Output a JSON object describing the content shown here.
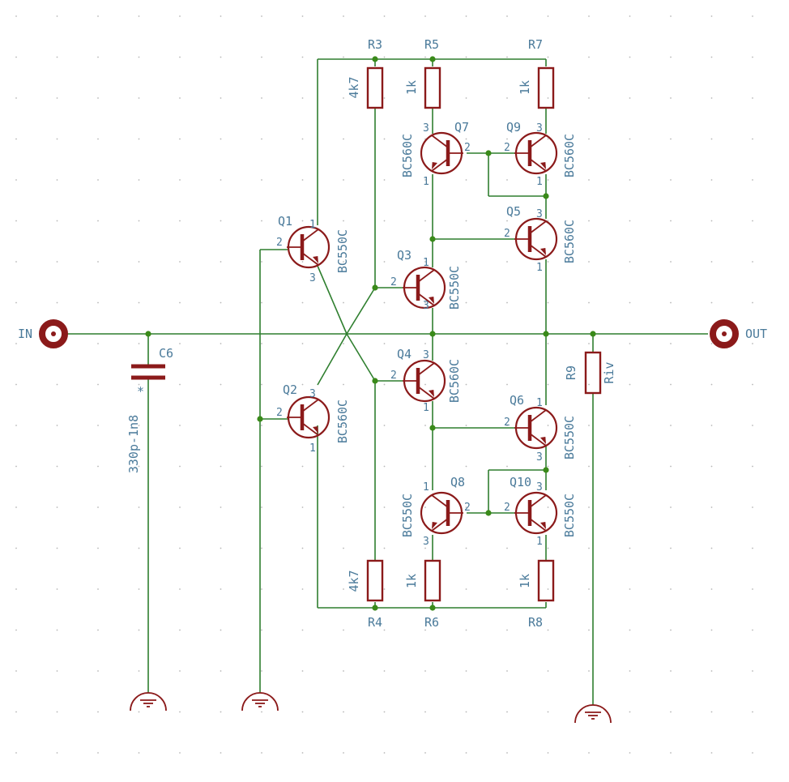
{
  "ports": {
    "input": "IN",
    "output": "OUT"
  },
  "capacitor": {
    "ref": "C6",
    "value": "330p-1n8",
    "marker": "*"
  },
  "resistors": [
    {
      "ref": "R3",
      "value": "4k7"
    },
    {
      "ref": "R5",
      "value": "1k"
    },
    {
      "ref": "R7",
      "value": "1k"
    },
    {
      "ref": "R4",
      "value": "4k7"
    },
    {
      "ref": "R6",
      "value": "1k"
    },
    {
      "ref": "R8",
      "value": "1k"
    },
    {
      "ref": "R9",
      "value": "Riv"
    }
  ],
  "transistors": [
    {
      "ref": "Q1",
      "part": "BC550C"
    },
    {
      "ref": "Q2",
      "part": "BC560C"
    },
    {
      "ref": "Q3",
      "part": "BC550C"
    },
    {
      "ref": "Q4",
      "part": "BC560C"
    },
    {
      "ref": "Q5",
      "part": "BC560C"
    },
    {
      "ref": "Q6",
      "part": "BC550C"
    },
    {
      "ref": "Q7",
      "part": "BC560C"
    },
    {
      "ref": "Q8",
      "part": "BC550C"
    },
    {
      "ref": "Q9",
      "part": "BC560C"
    },
    {
      "ref": "Q10",
      "part": "BC550C"
    }
  ],
  "colors": {
    "wire": "#2f7f2f",
    "junction": "#3a8a1a",
    "component": "#8b1a1a",
    "label": "#4a7a9a",
    "grid": "#b8b8b8"
  }
}
